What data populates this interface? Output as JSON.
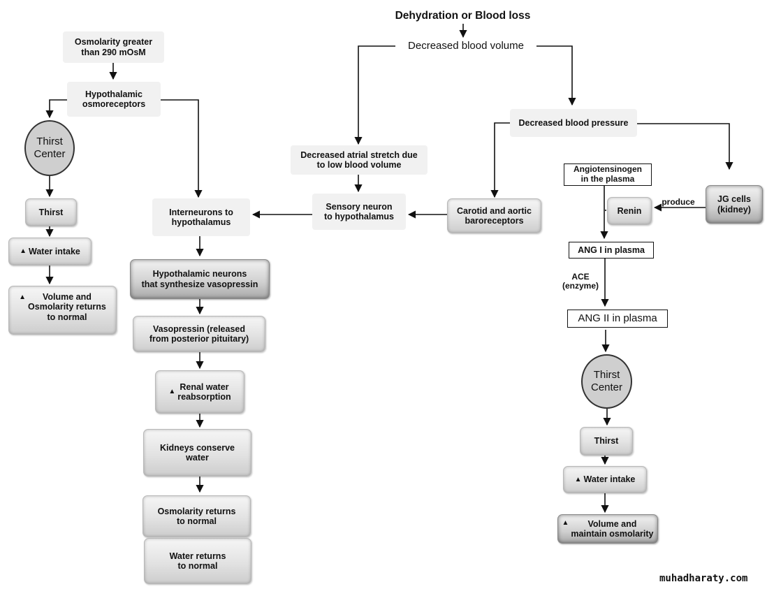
{
  "diagram": {
    "top_title": "Dehydration or Blood loss",
    "decreased_blood_volume": "Decreased blood volume",
    "decreased_blood_pressure": "Decreased blood pressure",
    "atrial_stretch": "Decreased atrial stretch due\nto low blood volume",
    "sensory_neuron": "Sensory neuron\nto hypothalamus",
    "baroreceptors": "Carotid and aortic\nbaroreceptors",
    "interneurons": "Interneurons to\nhypothalamus",
    "osmolarity_greater": "Osmolarity greater\nthan 290 mOsM",
    "hypothalamic_osmoreceptors": "Hypothalamic\nosmoreceptors",
    "thirst_center_left": "Thirst\nCenter",
    "thirst_left": "Thirst",
    "water_intake_left": "Water intake",
    "volume_osmolarity_normal": "Volume and\nOsmolarity returns\nto normal",
    "hypothalamic_neurons": "Hypothalamic neurons\nthat synthesize vasopressin",
    "vasopressin": "Vasopressin (released\nfrom posterior pituitary)",
    "renal_water": "Renal water\nreabsorption",
    "kidneys_conserve": "Kidneys conserve\nwater",
    "osmolarity_returns": "Osmolarity returns\nto normal",
    "water_returns": "Water   returns\nto normal",
    "angiotensinogen": "Angiotensinogen\nin the plasma",
    "renin": "Renin",
    "produce_label": "produce",
    "jg_cells": "JG cells\n(kidney)",
    "ang1": "ANG I in plasma",
    "ace_label": "ACE\n(enzyme)",
    "ang2": "ANG II in plasma",
    "thirst_center_right": "Thirst\nCenter",
    "thirst_right": "Thirst",
    "water_intake_right": "Water intake",
    "volume_maintain": "Volume and\nmaintain osmolarity",
    "up_arrow_icon": "up-arrow-icon"
  },
  "watermark": "muhadharaty.com"
}
